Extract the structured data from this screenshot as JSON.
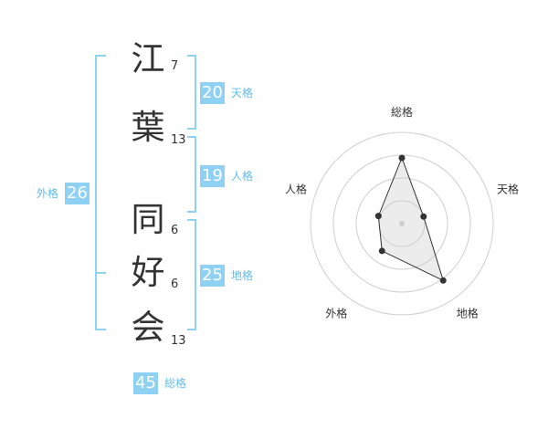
{
  "name_chars": [
    {
      "char": "江",
      "strokes": "7"
    },
    {
      "char": "葉",
      "strokes": "13"
    },
    {
      "char": "同",
      "strokes": "6"
    },
    {
      "char": "好",
      "strokes": "6"
    },
    {
      "char": "会",
      "strokes": "13"
    }
  ],
  "kaku": {
    "tenkaku": {
      "label": "天格",
      "value": "20"
    },
    "jinkaku": {
      "label": "人格",
      "value": "19"
    },
    "chikaku": {
      "label": "地格",
      "value": "25"
    },
    "gaikaku": {
      "label": "外格",
      "value": "26"
    },
    "soukaku": {
      "label": "総格",
      "value": "45"
    }
  },
  "colors": {
    "accent": "#8fd1f3",
    "accent_text": "#61bde9"
  },
  "chart_data": {
    "type": "radar",
    "axes": [
      "総格",
      "天格",
      "地格",
      "外格",
      "人格"
    ],
    "values": [
      0.72,
      0.25,
      0.77,
      0.37,
      0.27
    ],
    "rings": 4
  }
}
